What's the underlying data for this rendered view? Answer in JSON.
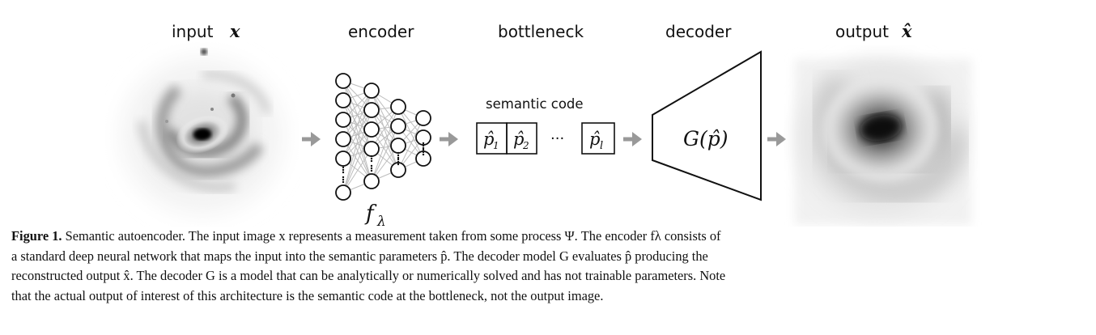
{
  "diagram": {
    "stage_labels": {
      "input": "input",
      "input_symbol": "x",
      "encoder": "encoder",
      "bottleneck": "bottleneck",
      "decoder": "decoder",
      "output": "output",
      "output_symbol": "x̂"
    },
    "encoder_symbol": "f",
    "encoder_subscript": "λ",
    "semantic_code_label": "semantic code",
    "code_cells": [
      {
        "symbol": "p̂",
        "subscript": "1"
      },
      {
        "symbol": "p̂",
        "subscript": "2"
      },
      {
        "symbol": "p̂",
        "subscript": "l"
      }
    ],
    "code_ellipsis": "···",
    "decoder_expression": "G(p̂)",
    "arrow_color": "#999999"
  },
  "caption": {
    "label": "Figure 1.",
    "lines": [
      " Semantic autoencoder. The input image x represents a measurement taken from some process Ψ. The encoder fλ consists of",
      "a standard deep neural network that maps the input into the semantic parameters p̂. The decoder model G evaluates p̂ producing the",
      "reconstructed output x̂. The decoder G is a model that can be analytically or numerically solved and has not trainable parameters. Note",
      "that the actual output of interest of this architecture is the semantic code at the bottleneck, not the output image."
    ]
  }
}
